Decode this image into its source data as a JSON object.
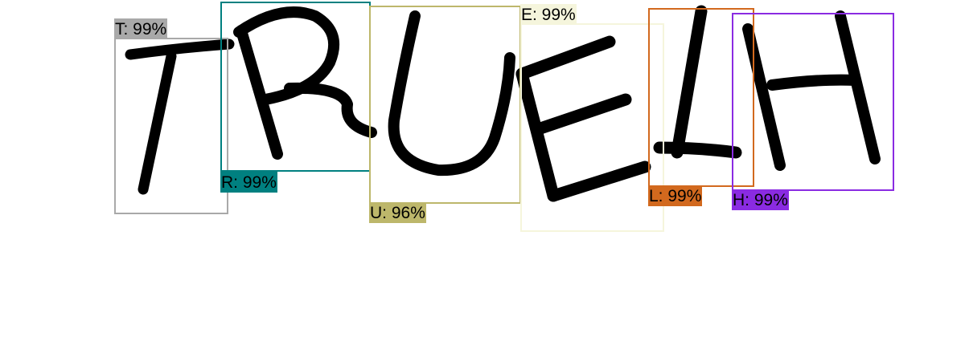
{
  "detections": [
    {
      "char": "T",
      "label": "T: 99%",
      "box_color": "#a9a9a9",
      "label_bg": "#a9a9a9"
    },
    {
      "char": "R",
      "label": "R: 99%",
      "box_color": "#008080",
      "label_bg": "#008080"
    },
    {
      "char": "U",
      "label": "U: 96%",
      "box_color": "#bdb76b",
      "label_bg": "#bdb76b"
    },
    {
      "char": "E",
      "label": "E: 99%",
      "box_color": "#f5f5dc",
      "label_bg": "#f5f5dc"
    },
    {
      "char": "L",
      "label": "L: 99%",
      "box_color": "#d2691e",
      "label_bg": "#d2691e"
    },
    {
      "char": "H",
      "label": "H: 99%",
      "box_color": "#8a2be2",
      "label_bg": "#8a2be2"
    }
  ],
  "stroke_color": "#000000"
}
